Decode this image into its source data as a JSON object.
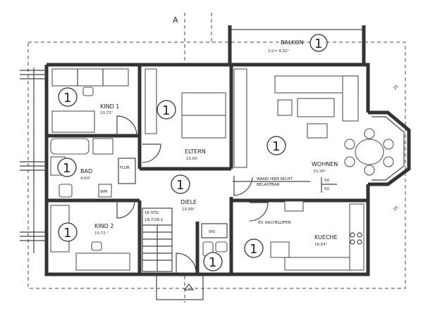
{
  "plan": {
    "section_marker": "A",
    "marker_ne": "25",
    "marker_se": "25",
    "rooms": {
      "balkon": {
        "name": "BALKON",
        "area": "1/2= 4,92²",
        "badge": "1"
      },
      "kind1": {
        "name": "KIND 1",
        "area": "10,72²",
        "badge": "1"
      },
      "eltern": {
        "name": "ELTERN",
        "area": "15,60",
        "badge": "1"
      },
      "wohnen": {
        "name": "WOHNEN",
        "area": "33,26²",
        "badge": "1"
      },
      "bad": {
        "name": "BAD",
        "area": "4,64²",
        "badge": "1"
      },
      "flur": {
        "name": "FLUR"
      },
      "wm": {
        "name": "WM"
      },
      "diele": {
        "name": "DIELE",
        "area": "10,99²",
        "badge": "1"
      },
      "kind2": {
        "name": "KIND 2",
        "area": "10,72 ²",
        "badge": "1"
      },
      "ws": {
        "name": "WS"
      },
      "wc": {
        "badge": "1"
      },
      "kueche": {
        "name": "KUECHE",
        "area": "16,64²",
        "badge": "1"
      }
    },
    "notes": {
      "wand_line1": "WAND HIER NICHT",
      "wand_line2": "BELASTBAR",
      "kachelofen": "EV. KACHELOFEN",
      "opening_top": "50",
      "opening_bottom": "50",
      "stair_line1": "16  STG",
      "stair_line2": "18,7/26,1"
    }
  }
}
